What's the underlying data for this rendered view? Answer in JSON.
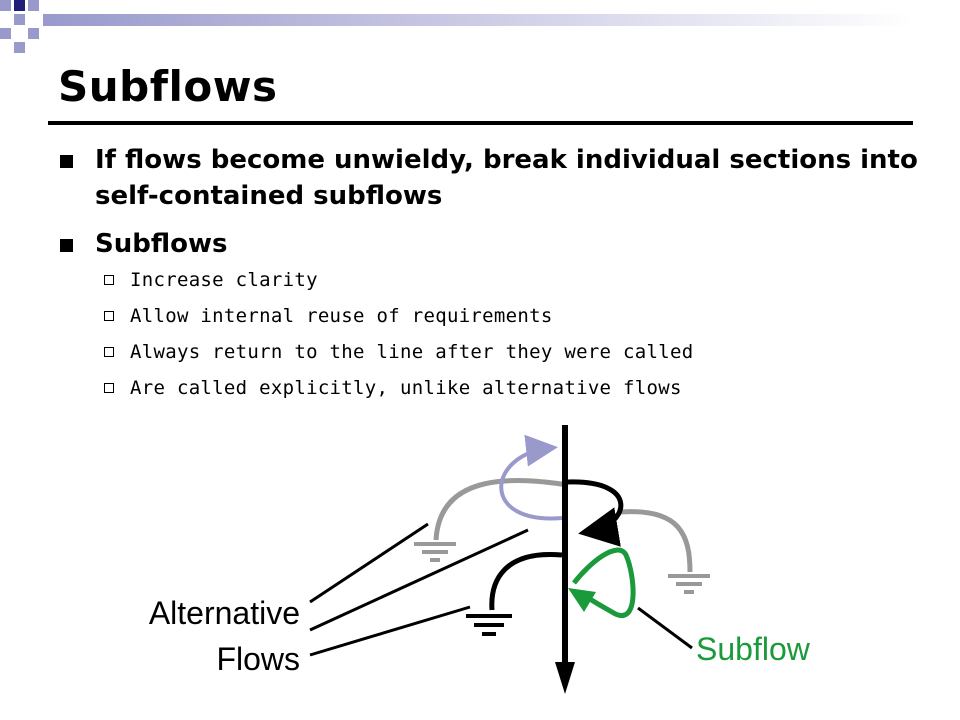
{
  "slide": {
    "title": "Subflows",
    "bullets": [
      {
        "text": "If flows become unwieldy, break individual sections into self-contained subflows",
        "sub": []
      },
      {
        "text": "Subflows",
        "sub": [
          "Increase clarity",
          "Allow internal reuse of requirements",
          "Always return to the line after they were called",
          "Are called explicitly, unlike alternative flows"
        ]
      }
    ]
  },
  "diagram": {
    "label_alternative": "Alternative",
    "label_flows": "Flows",
    "label_subflow": "Subflow",
    "colors": {
      "main_line": "#000000",
      "alternative_flow": "#999999",
      "loop_arc": "#9999cc",
      "subflow": "#1a9a3a",
      "corner_blue": "#9999cc"
    }
  }
}
